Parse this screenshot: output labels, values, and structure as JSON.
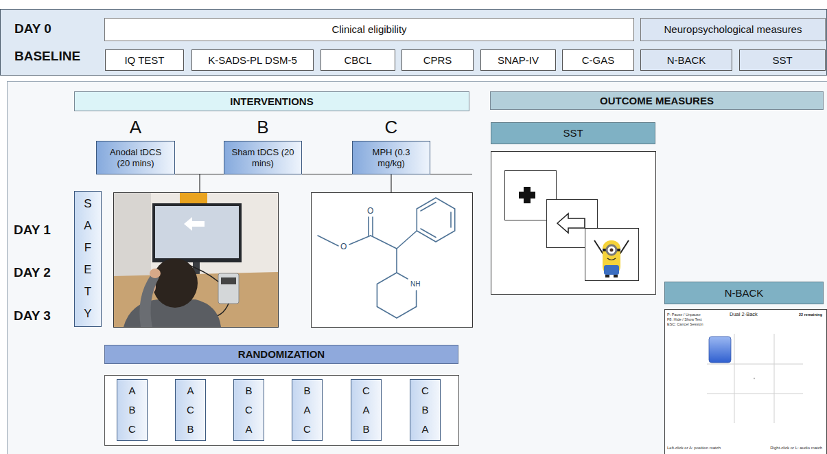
{
  "diagram": {
    "nodes": [
      {
        "text": [
          "DAY 0 BASELINE"
        ]
      },
      {
        "text": [
          "Clinical eligibility"
        ],
        "in": 0
      },
      {
        "text": [
          "Neuropsychological measures"
        ],
        "in": 0
      },
      {
        "text": [
          "IQ TEST"
        ],
        "in": 0
      },
      {
        "text": [
          "K-SADS-PL DSM-5"
        ],
        "in": 0
      },
      {
        "text": [
          "CBCL"
        ],
        "in": 0
      },
      {
        "text": [
          "CPRS"
        ],
        "in": 0
      },
      {
        "text": [
          "SNAP-IV"
        ],
        "in": 0
      },
      {
        "text": [
          "C-GAS"
        ],
        "in": 0
      },
      {
        "text": [
          "N-BACK"
        ],
        "in": 0
      },
      {
        "text": [
          "SST"
        ],
        "in": 0
      },
      {
        "text": [
          "INTERVENTIONS"
        ]
      },
      {
        "text": [
          "OUTCOME MEASURES"
        ]
      },
      {
        "text": [
          "A",
          "Anodal tDCS (20 mins)"
        ]
      },
      {
        "text": [
          "B",
          "Sham tDCS (20 mins)"
        ]
      },
      {
        "text": [
          "C",
          "MPH (0.3 mg/kg)"
        ]
      },
      {
        "text": [
          "SAFETY"
        ]
      },
      {
        "text": [
          "SST"
        ]
      },
      {
        "text": [
          "N-BACK"
        ]
      },
      {
        "text": [
          "RANDOMIZATION"
        ]
      },
      {
        "text": [
          "A B C"
        ]
      },
      {
        "text": [
          "A C B"
        ]
      },
      {
        "text": [
          "B C A"
        ]
      },
      {
        "text": [
          "B A C"
        ]
      },
      {
        "text": [
          "C A B"
        ]
      },
      {
        "text": [
          "C B A"
        ]
      }
    ],
    "edges": [
      {
        "from": 13,
        "to": 14,
        "arrow": "none"
      },
      {
        "from": 14,
        "to": 15,
        "arrow": "none"
      }
    ],
    "labels": [
      "DAY 1",
      "DAY 2",
      "DAY 3",
      "O",
      "O",
      "NH",
      "P: Pause / Unpause",
      "F8: Hide / Show Text",
      "ESC: Cancel Session",
      "Dual 2-Back",
      "22 remaining",
      "Left-click or A: position match",
      "Right-click or L: audio match"
    ]
  }
}
